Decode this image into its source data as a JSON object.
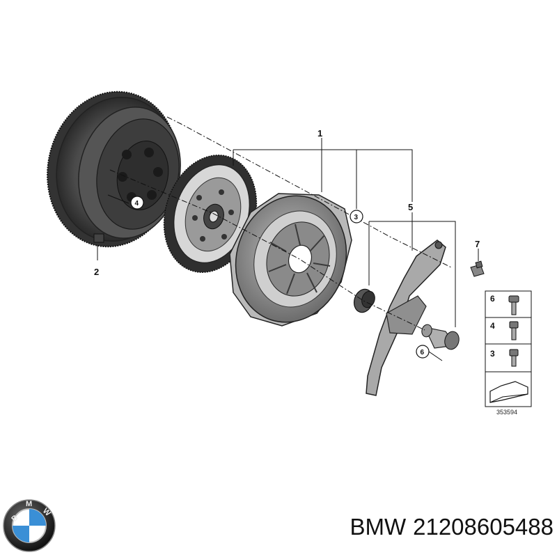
{
  "callouts": {
    "c1": "1",
    "c2": "2",
    "c3": "3",
    "c4": "4",
    "c5": "5",
    "c6": "6",
    "c7": "7"
  },
  "legend": {
    "rows": [
      "6",
      "4",
      "3"
    ]
  },
  "diagram_ref": "353594",
  "product": {
    "brand": "BMW",
    "part_number": "21208605488"
  },
  "colors": {
    "line": "#111111",
    "part_dark": "#3a3a3a",
    "part_mid": "#7a7a7a",
    "part_light": "#c8c8c8",
    "bmw_blue": "#3a8fd6"
  }
}
